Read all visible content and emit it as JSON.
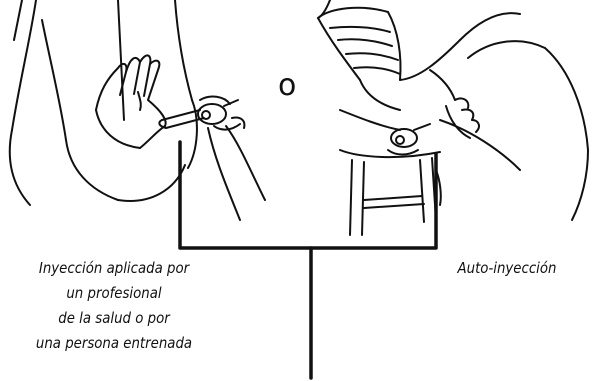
{
  "captions": {
    "left": {
      "lines": [
        "Inyección aplicada por",
        "un profesional",
        "de la salud o por",
        "una persona entrenada"
      ]
    },
    "right": {
      "text": "Auto-inyección"
    },
    "separator": "o"
  },
  "colors": {
    "line": "#111111",
    "background": "#ffffff"
  },
  "icons": [
    "buttocks-illustration",
    "injecting-hand-illustration",
    "seated-self-injection-illustration",
    "stool-illustration"
  ]
}
